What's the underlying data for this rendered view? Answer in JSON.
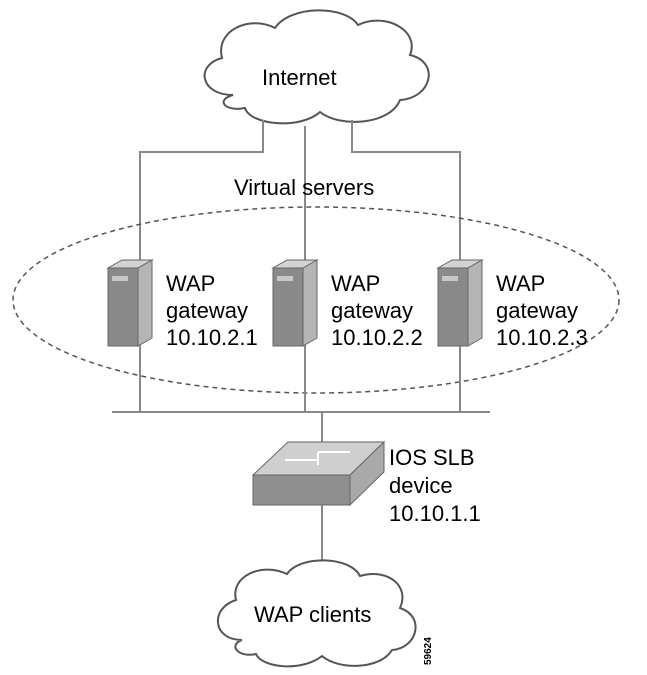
{
  "clouds": {
    "internet": "Internet",
    "clients": "WAP clients"
  },
  "virtual_servers_label": "Virtual servers",
  "gateways": [
    {
      "line1": "WAP",
      "line2": "gateway",
      "ip": "10.10.2.1"
    },
    {
      "line1": "WAP",
      "line2": "gateway",
      "ip": "10.10.2.2"
    },
    {
      "line1": "WAP",
      "line2": "gateway",
      "ip": "10.10.2.3"
    }
  ],
  "slb": {
    "line1": "IOS SLB",
    "line2": "device",
    "ip": "10.10.1.1"
  },
  "figure_number": "59624",
  "colors": {
    "line": "#888888",
    "server_front": "#8a8a8a",
    "server_side": "#b5b5b5",
    "switch_top": "#c9c9c9",
    "switch_front": "#8f8f8f"
  }
}
